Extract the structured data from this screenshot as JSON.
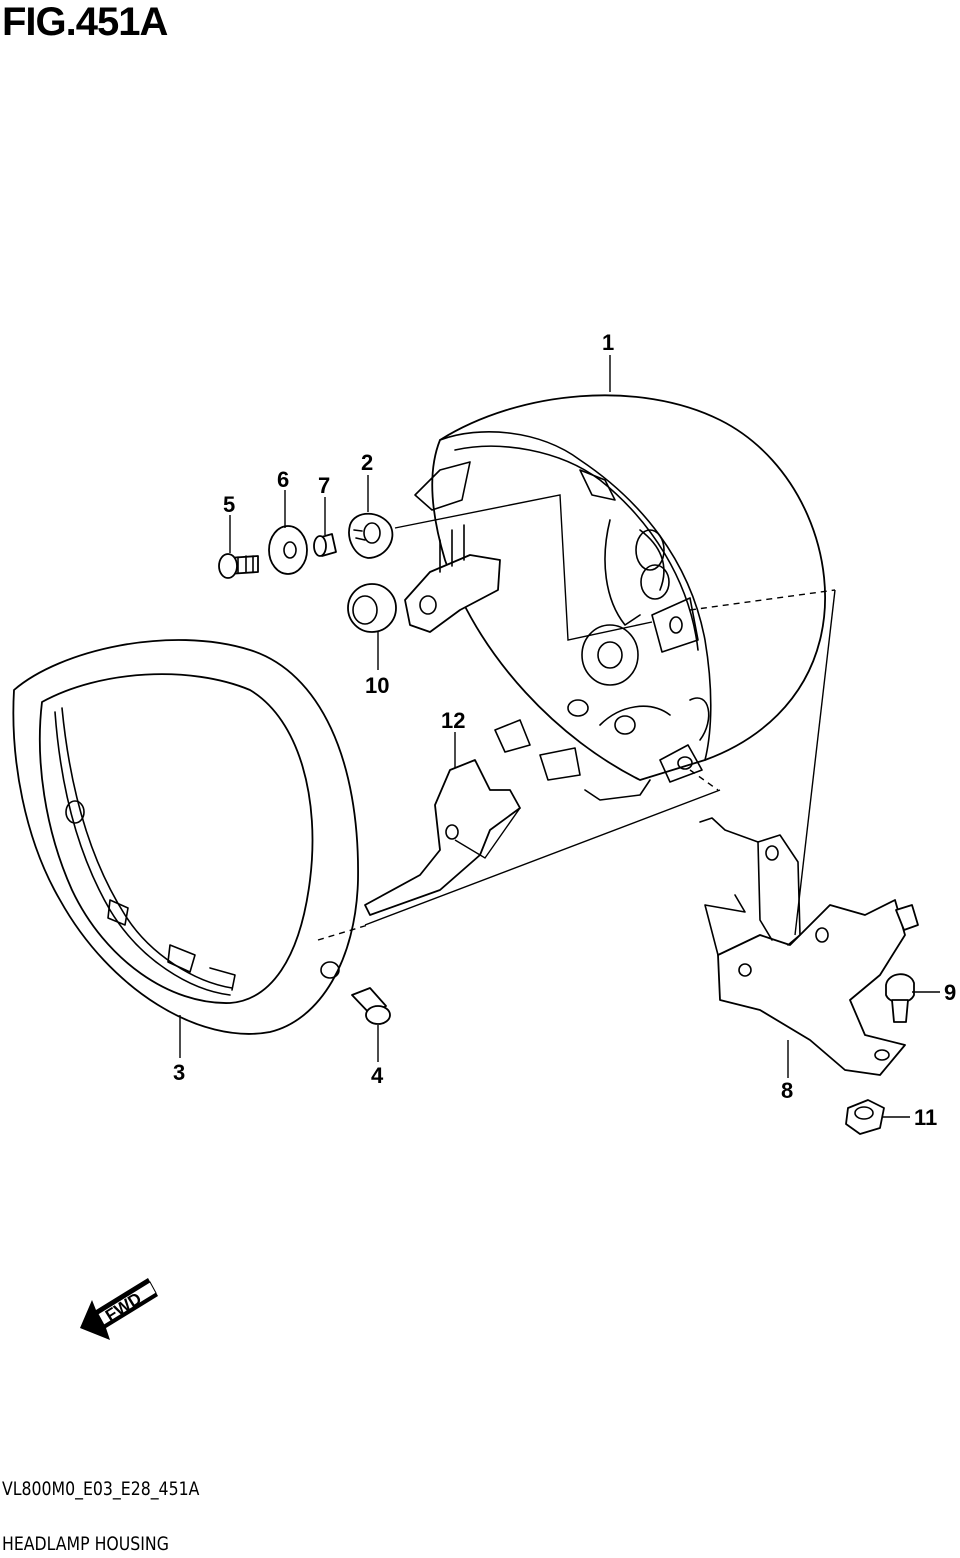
{
  "figure": {
    "title": "FIG.451A",
    "code": "VL800M0_E03_E28_451A",
    "name": "HEADLAMP HOUSING"
  },
  "callouts": [
    "1",
    "2",
    "3",
    "4",
    "5",
    "6",
    "7",
    "8",
    "9",
    "10",
    "11",
    "12"
  ],
  "direction_arrow": {
    "label": "FWD",
    "icon": "fwd-arrow-icon"
  }
}
